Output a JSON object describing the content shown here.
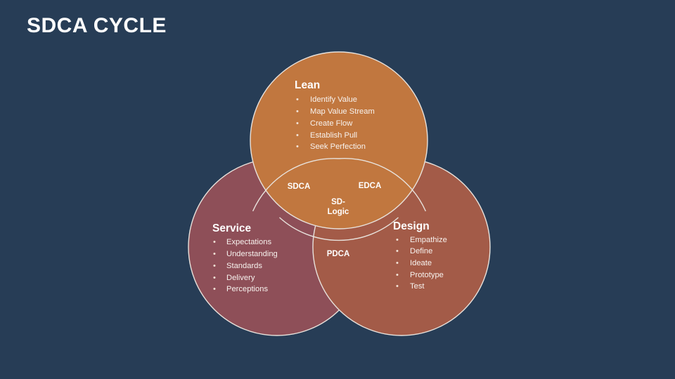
{
  "slide": {
    "title": "SDCA CYCLE",
    "background_color": "#273D56"
  },
  "chart_data": {
    "type": "venn",
    "title": "SDCA CYCLE",
    "sets": [
      {
        "key": "lean",
        "label": "Lean",
        "color": "#C1773F",
        "items": [
          "Identify Value",
          "Map Value Stream",
          "Create Flow",
          "Establish Pull",
          "Seek Perfection"
        ]
      },
      {
        "key": "service",
        "label": "Service",
        "color": "#8E4F58",
        "items": [
          "Expectations",
          "Understanding",
          "Standards",
          "Delivery",
          "Perceptions"
        ]
      },
      {
        "key": "design",
        "label": "Design",
        "color": "#A35B48",
        "items": [
          "Empathize",
          "Define",
          "Ideate",
          "Prototype",
          "Test"
        ]
      }
    ],
    "intersections": [
      {
        "key": "sdca",
        "label": "SDCA",
        "sets": [
          "lean",
          "service"
        ]
      },
      {
        "key": "edca",
        "label": "EDCA",
        "sets": [
          "lean",
          "design"
        ]
      },
      {
        "key": "pdca",
        "label": "PDCA",
        "sets": [
          "service",
          "design"
        ]
      },
      {
        "key": "sdlogic",
        "label_line1": "SD-",
        "label_line2": "Logic",
        "label": "SD-Logic",
        "sets": [
          "lean",
          "service",
          "design"
        ]
      }
    ]
  },
  "lean": {
    "heading": "Lean",
    "items": [
      "Identify Value",
      "Map Value Stream",
      "Create Flow",
      "Establish Pull",
      "Seek Perfection"
    ]
  },
  "service": {
    "heading": "Service",
    "items": [
      "Expectations",
      "Understanding",
      "Standards",
      "Delivery",
      "Perceptions"
    ]
  },
  "design": {
    "heading": "Design",
    "items": [
      "Empathize",
      "Define",
      "Ideate",
      "Prototype",
      "Test"
    ]
  },
  "regions": {
    "sdca": "SDCA",
    "edca": "EDCA",
    "pdca": "PDCA",
    "sdlogic_line1": "SD-",
    "sdlogic_line2": "Logic"
  },
  "bullet_glyph": "•"
}
